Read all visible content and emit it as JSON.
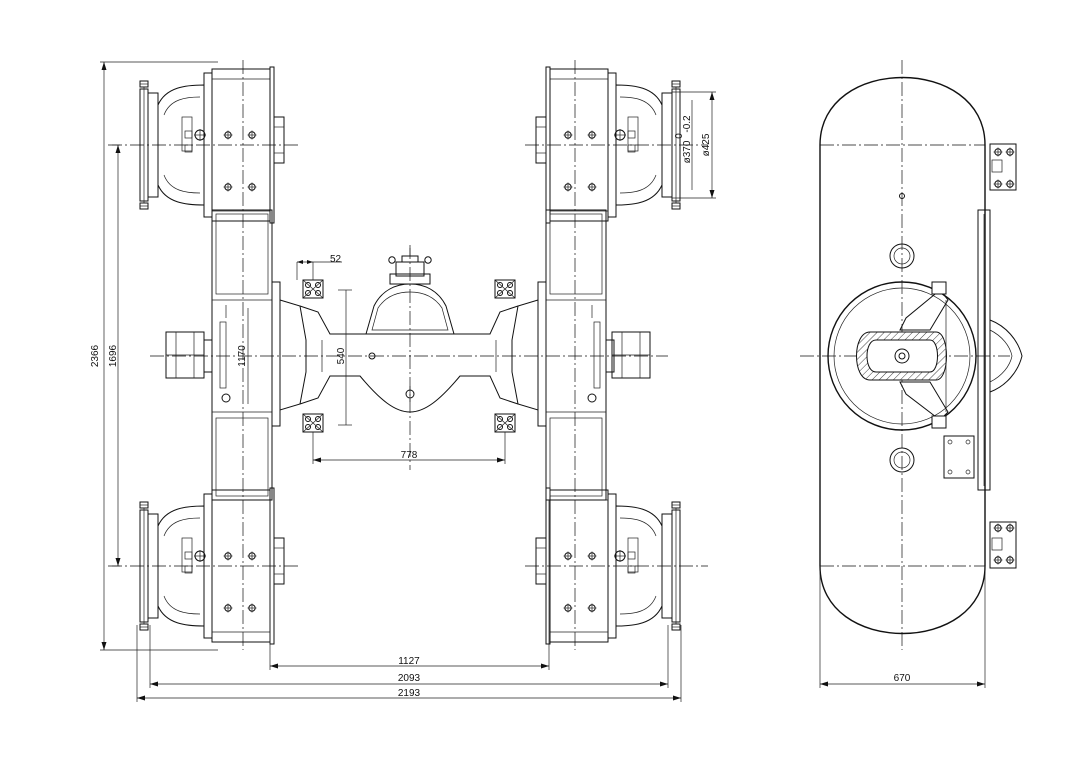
{
  "dimensions": {
    "d2366": "2366",
    "d1696": "1696",
    "d1170": "1170",
    "d52": "52",
    "d540": "540",
    "d778": "778",
    "d1127": "1127",
    "d2093": "2093",
    "d2193": "2193",
    "d670": "670",
    "d425": "ø425",
    "d370": "ø370",
    "tol_upper": "0",
    "tol_lower": "-0.2"
  }
}
